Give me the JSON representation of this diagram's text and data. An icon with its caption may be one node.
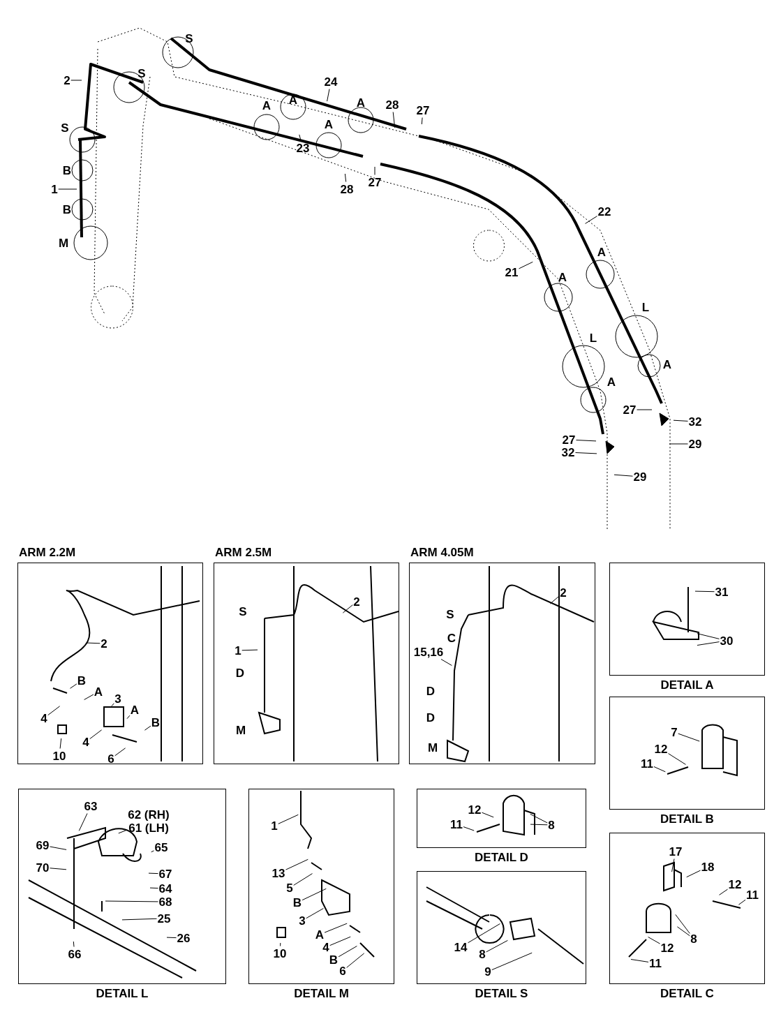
{
  "diagram": {
    "nodes": [
      {
        "text": [
          "2"
        ]
      },
      {
        "text": [
          "24"
        ]
      },
      {
        "text": [
          "28"
        ]
      },
      {
        "text": [
          "27"
        ]
      },
      {
        "text": [
          "23"
        ]
      },
      {
        "text": [
          "28"
        ]
      },
      {
        "text": [
          "27"
        ]
      },
      {
        "text": [
          "1"
        ]
      },
      {
        "text": [
          "22"
        ]
      },
      {
        "text": [
          "21"
        ]
      },
      {
        "text": [
          "27"
        ]
      },
      {
        "text": [
          "32"
        ]
      },
      {
        "text": [
          "29"
        ]
      },
      {
        "text": [
          "27"
        ]
      },
      {
        "text": [
          "32"
        ]
      },
      {
        "text": [
          "29"
        ]
      },
      {
        "text": [
          "ARM 2.2M"
        ]
      },
      {
        "text": [
          "2"
        ],
        "in": 16
      },
      {
        "text": [
          "B"
        ],
        "in": 16
      },
      {
        "text": [
          "A"
        ],
        "in": 16
      },
      {
        "text": [
          "3"
        ],
        "in": 16
      },
      {
        "text": [
          "4"
        ],
        "in": 16
      },
      {
        "text": [
          "A"
        ],
        "in": 16
      },
      {
        "text": [
          "B"
        ],
        "in": 16
      },
      {
        "text": [
          "4"
        ],
        "in": 16
      },
      {
        "text": [
          "6"
        ],
        "in": 16
      },
      {
        "text": [
          "10"
        ],
        "in": 16
      },
      {
        "text": [
          "ARM 2.5M"
        ]
      },
      {
        "text": [
          "2"
        ],
        "in": 27
      },
      {
        "text": [
          "1"
        ],
        "in": 27
      },
      {
        "text": [
          "ARM 4.05M"
        ]
      },
      {
        "text": [
          "2"
        ],
        "in": 30
      },
      {
        "text": [
          "15,16"
        ],
        "in": 30
      },
      {
        "text": [
          "DETAIL  A"
        ]
      },
      {
        "text": [
          "31"
        ],
        "in": 33
      },
      {
        "text": [
          "30"
        ],
        "in": 33
      },
      {
        "text": [
          "DETAIL  B"
        ]
      },
      {
        "text": [
          "7"
        ],
        "in": 36
      },
      {
        "text": [
          "12"
        ],
        "in": 36
      },
      {
        "text": [
          "11"
        ],
        "in": 36
      },
      {
        "text": [
          "DETAIL  L"
        ]
      },
      {
        "text": [
          "63"
        ],
        "in": 40
      },
      {
        "text": [
          "62 (RH)",
          "61 (LH)"
        ],
        "in": 40
      },
      {
        "text": [
          "65"
        ],
        "in": 40
      },
      {
        "text": [
          "69"
        ],
        "in": 40
      },
      {
        "text": [
          "70"
        ],
        "in": 40
      },
      {
        "text": [
          "67"
        ],
        "in": 40
      },
      {
        "text": [
          "64"
        ],
        "in": 40
      },
      {
        "text": [
          "68"
        ],
        "in": 40
      },
      {
        "text": [
          "25"
        ],
        "in": 40
      },
      {
        "text": [
          "26"
        ],
        "in": 40
      },
      {
        "text": [
          "66"
        ],
        "in": 40
      },
      {
        "text": [
          "DETAIL  M"
        ]
      },
      {
        "text": [
          "1"
        ],
        "in": 52
      },
      {
        "text": [
          "13"
        ],
        "in": 52
      },
      {
        "text": [
          "5"
        ],
        "in": 52
      },
      {
        "text": [
          "B"
        ],
        "in": 52
      },
      {
        "text": [
          "3"
        ],
        "in": 52
      },
      {
        "text": [
          "10"
        ],
        "in": 52
      },
      {
        "text": [
          "A"
        ],
        "in": 52
      },
      {
        "text": [
          "4"
        ],
        "in": 52
      },
      {
        "text": [
          "B"
        ],
        "in": 52
      },
      {
        "text": [
          "6"
        ],
        "in": 52
      },
      {
        "text": [
          "DETAIL  D"
        ]
      },
      {
        "text": [
          "12"
        ],
        "in": 63
      },
      {
        "text": [
          "11"
        ],
        "in": 63
      },
      {
        "text": [
          "8"
        ],
        "in": 63
      },
      {
        "text": [
          "DETAIL  S"
        ]
      },
      {
        "text": [
          "14"
        ],
        "in": 67
      },
      {
        "text": [
          "8"
        ],
        "in": 67
      },
      {
        "text": [
          "9"
        ],
        "in": 67
      },
      {
        "text": [
          "DETAIL  C"
        ]
      },
      {
        "text": [
          "17"
        ],
        "in": 71
      },
      {
        "text": [
          "18"
        ],
        "in": 71
      },
      {
        "text": [
          "12"
        ],
        "in": 71
      },
      {
        "text": [
          "11"
        ],
        "in": 71
      },
      {
        "text": [
          "8"
        ],
        "in": 71
      },
      {
        "text": [
          "12"
        ],
        "in": 71
      },
      {
        "text": [
          "11"
        ],
        "in": 71
      }
    ],
    "edges": [
      {
        "from": 0,
        "to": null,
        "arrow": "none"
      },
      {
        "from": 1,
        "to": null,
        "arrow": "none"
      },
      {
        "from": 2,
        "to": null,
        "arrow": "none"
      },
      {
        "from": 3,
        "to": null,
        "arrow": "none"
      },
      {
        "from": 4,
        "to": null,
        "arrow": "none"
      },
      {
        "from": 5,
        "to": null,
        "arrow": "none"
      },
      {
        "from": 6,
        "to": null,
        "arrow": "none"
      },
      {
        "from": 7,
        "to": null,
        "arrow": "none"
      },
      {
        "from": 8,
        "to": null,
        "arrow": "none"
      },
      {
        "from": 9,
        "to": null,
        "arrow": "none"
      },
      {
        "from": 10,
        "to": null,
        "arrow": "none"
      },
      {
        "from": 11,
        "to": null,
        "arrow": "none"
      },
      {
        "from": 12,
        "to": null,
        "arrow": "none"
      },
      {
        "from": 13,
        "to": null,
        "arrow": "none"
      },
      {
        "from": 14,
        "to": null,
        "arrow": "none"
      },
      {
        "from": 15,
        "to": null,
        "arrow": "none"
      },
      {
        "from": 17,
        "to": null,
        "arrow": "none"
      },
      {
        "from": 18,
        "to": null,
        "arrow": "none"
      },
      {
        "from": 19,
        "to": null,
        "arrow": "none"
      },
      {
        "from": 20,
        "to": null,
        "arrow": "none"
      },
      {
        "from": 21,
        "to": null,
        "arrow": "none"
      },
      {
        "from": 22,
        "to": null,
        "arrow": "none"
      },
      {
        "from": 23,
        "to": null,
        "arrow": "none"
      },
      {
        "from": 24,
        "to": null,
        "arrow": "none"
      },
      {
        "from": 25,
        "to": null,
        "arrow": "none"
      },
      {
        "from": 26,
        "to": null,
        "arrow": "none"
      },
      {
        "from": 28,
        "to": null,
        "arrow": "none"
      },
      {
        "from": 29,
        "to": null,
        "arrow": "none"
      },
      {
        "from": 31,
        "to": null,
        "arrow": "none"
      },
      {
        "from": 32,
        "to": null,
        "arrow": "none"
      },
      {
        "from": 34,
        "to": null,
        "arrow": "none"
      },
      {
        "from": 35,
        "to": null,
        "arrow": "none"
      },
      {
        "from": 35,
        "to": null,
        "arrow": "none"
      },
      {
        "from": 37,
        "to": null,
        "arrow": "none"
      },
      {
        "from": 38,
        "to": null,
        "arrow": "none"
      },
      {
        "from": 39,
        "to": null,
        "arrow": "none"
      },
      {
        "from": 41,
        "to": null,
        "arrow": "none"
      },
      {
        "from": 42,
        "to": null,
        "arrow": "none"
      },
      {
        "from": 43,
        "to": null,
        "arrow": "none"
      },
      {
        "from": 44,
        "to": null,
        "arrow": "none"
      },
      {
        "from": 45,
        "to": null,
        "arrow": "none"
      },
      {
        "from": 46,
        "to": null,
        "arrow": "none"
      },
      {
        "from": 47,
        "to": null,
        "arrow": "none"
      },
      {
        "from": 48,
        "to": null,
        "arrow": "none"
      },
      {
        "from": 49,
        "to": null,
        "arrow": "none"
      },
      {
        "from": 50,
        "to": null,
        "arrow": "none"
      },
      {
        "from": 51,
        "to": null,
        "arrow": "none"
      },
      {
        "from": 53,
        "to": null,
        "arrow": "none"
      },
      {
        "from": 54,
        "to": null,
        "arrow": "none"
      },
      {
        "from": 55,
        "to": null,
        "arrow": "none"
      },
      {
        "from": 56,
        "to": null,
        "arrow": "none"
      },
      {
        "from": 57,
        "to": null,
        "arrow": "none"
      },
      {
        "from": 58,
        "to": null,
        "arrow": "none"
      },
      {
        "from": 59,
        "to": null,
        "arrow": "none"
      },
      {
        "from": 60,
        "to": null,
        "arrow": "none"
      },
      {
        "from": 61,
        "to": null,
        "arrow": "none"
      },
      {
        "from": 62,
        "to": null,
        "arrow": "none"
      },
      {
        "from": 64,
        "to": null,
        "arrow": "none"
      },
      {
        "from": 65,
        "to": null,
        "arrow": "none"
      },
      {
        "from": 66,
        "to": null,
        "arrow": "none"
      },
      {
        "from": 66,
        "to": null,
        "arrow": "none"
      },
      {
        "from": 68,
        "to": null,
        "arrow": "none"
      },
      {
        "from": 69,
        "to": null,
        "arrow": "none"
      },
      {
        "from": 70,
        "to": null,
        "arrow": "none"
      },
      {
        "from": 72,
        "to": null,
        "arrow": "none"
      },
      {
        "from": 73,
        "to": null,
        "arrow": "none"
      },
      {
        "from": 74,
        "to": null,
        "arrow": "none"
      },
      {
        "from": 75,
        "to": null,
        "arrow": "none"
      },
      {
        "from": 76,
        "to": null,
        "arrow": "none"
      },
      {
        "from": 76,
        "to": null,
        "arrow": "none"
      },
      {
        "from": 77,
        "to": null,
        "arrow": "none"
      },
      {
        "from": 78,
        "to": null,
        "arrow": "none"
      }
    ],
    "labels": [
      "S",
      "S",
      "S",
      "A",
      "A",
      "A",
      "A",
      "B",
      "B",
      "M",
      "A",
      "A",
      "L",
      "L",
      "A",
      "A",
      "S",
      "D",
      "M",
      "S",
      "C",
      "D",
      "D",
      "M"
    ]
  }
}
